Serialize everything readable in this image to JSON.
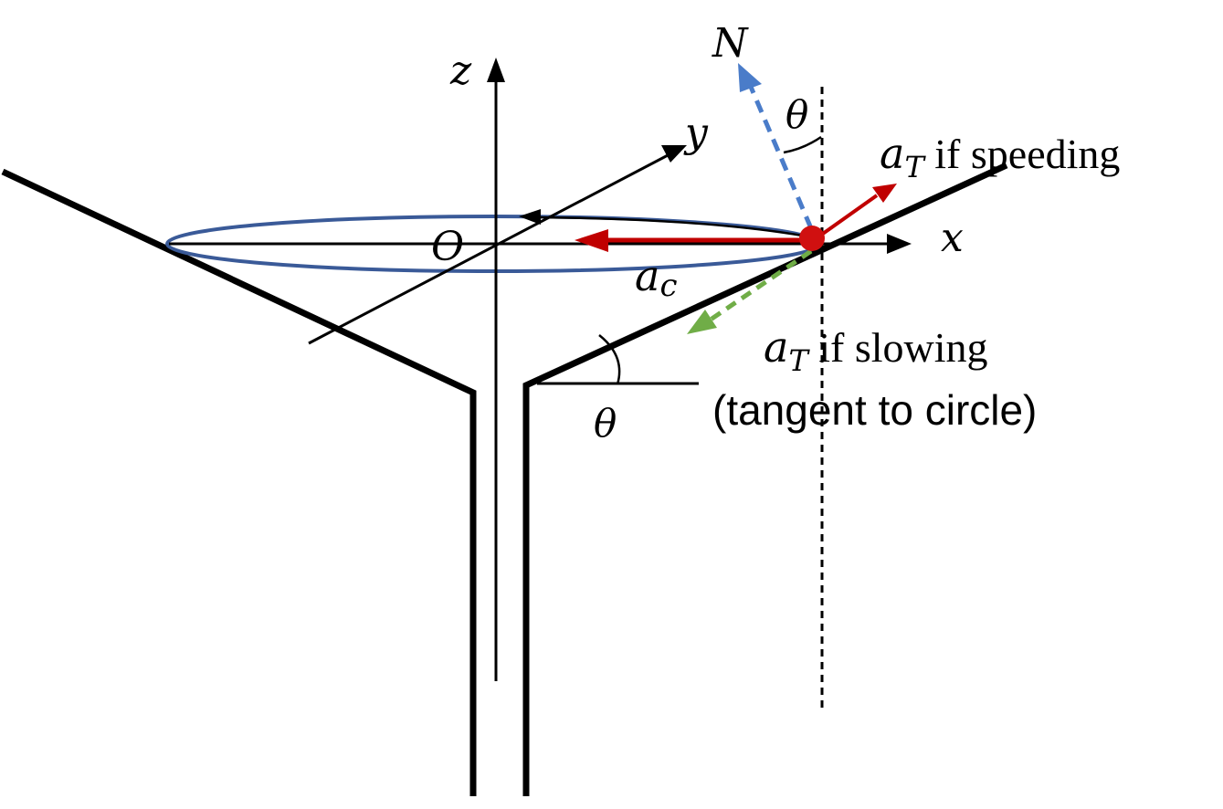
{
  "labels": {
    "z_axis": "z",
    "y_axis": "y",
    "x_axis": "x",
    "origin": "O",
    "normal": "N",
    "theta_top": "θ",
    "theta_bottom": "θ",
    "a_c_base": "a",
    "a_c_sub": "c",
    "a_t_speed_base": "a",
    "a_t_speed_sub": "T",
    "a_t_speed_text": " if speeding",
    "a_t_slow_base": "a",
    "a_t_slow_sub": "T",
    "a_t_slow_text": " if slowing",
    "tangent_note": "(tangent to circle)"
  },
  "colors": {
    "structure": "#000000",
    "circle": "#3a5a98",
    "normal_arrow": "#4a7cc9",
    "accel_arrow": "#c00000",
    "slowing_arrow": "#70ad47",
    "particle": "#d01010"
  }
}
